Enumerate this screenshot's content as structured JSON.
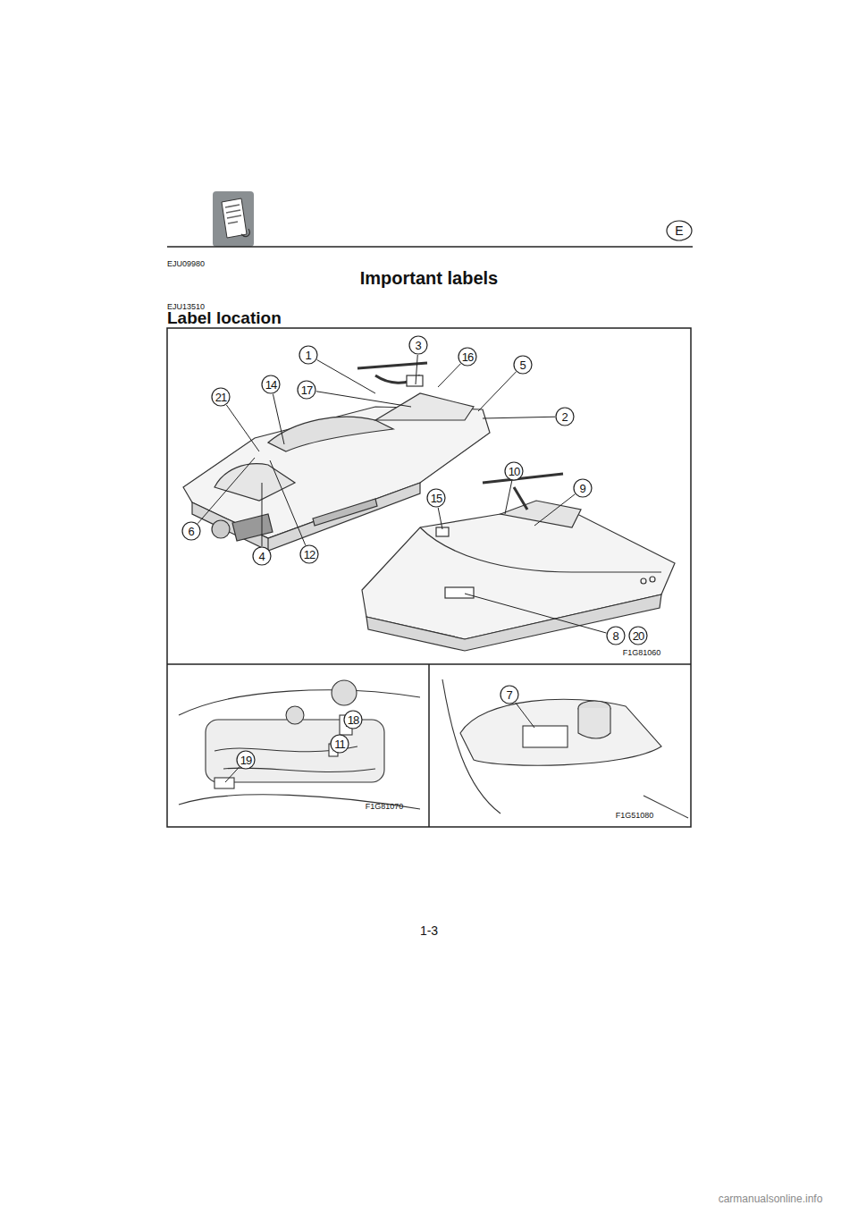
{
  "diagram": {
    "title": "Important labels",
    "labels": [
      "E",
      "EJU09980",
      "EJU13510",
      "Label location",
      "1",
      "3",
      "16",
      "5",
      "14",
      "17",
      "21",
      "2",
      "10",
      "9",
      "15",
      "6",
      "12",
      "4",
      "8",
      "20",
      "F1G81060",
      "18",
      "11",
      "19",
      "F1G81070",
      "7",
      "F1G51080",
      "1-3",
      "carmanualsonline.info"
    ]
  }
}
